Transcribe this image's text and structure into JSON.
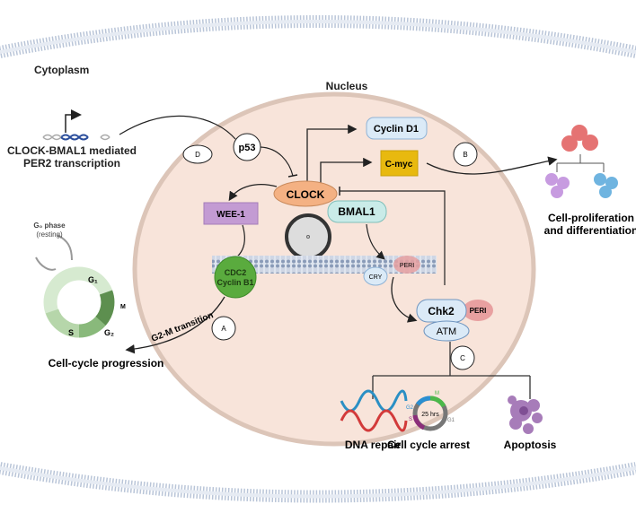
{
  "compartments": {
    "cytoplasm": "Cytoplasm",
    "nucleus": "Nucleus"
  },
  "transcription": {
    "line1": "CLOCK-BMAL1 mediated",
    "line2": "PER2 transcription"
  },
  "proteins": {
    "p53": "p53",
    "cyclin_d1": "Cyclin D1",
    "c_myc": "C-myc",
    "clock": "CLOCK",
    "bmal1": "BMAL1",
    "wee1": "WEE-1",
    "cdc2": "CDC2",
    "cyclin_b1": "Cyclin B1",
    "cry": "CRY",
    "peri_membrane": "PERI",
    "chk2": "Chk2",
    "peri_chk2": "PERI",
    "atm": "ATM"
  },
  "pathway_labels": {
    "a": "A",
    "b": "B",
    "c": "C",
    "d": "D"
  },
  "cell_cycle": {
    "g0_line1": "G₀ phase",
    "g0_line2": "(resting)",
    "g1": "G₁",
    "m": "M",
    "g2": "G₂",
    "s": "S",
    "transition": "G2-M transition",
    "caption": "Cell-cycle progression"
  },
  "proliferation": {
    "line1": "Cell-proliferation",
    "line2": "and differentiation"
  },
  "outcomes": {
    "dna_repair": "DNA repair",
    "arrest": "Cell cycle arrest",
    "arrest_hours": "25 hrs",
    "arrest_g1": "G1",
    "arrest_g2": "G2",
    "arrest_m": "M",
    "arrest_s": "S",
    "apoptosis": "Apoptosis"
  },
  "colors": {
    "nucleus_fill": "#f8e4da",
    "nucleus_border": "#dcc5b8",
    "clock": "#f4b183",
    "bmal1": "#c9ebe8",
    "wee1": "#c39bd3",
    "c_myc": "#e8b90f",
    "cyclin_d1": "#dbeaf7",
    "cdc2": "#5aab3e",
    "peri": "#e8a0a0"
  }
}
